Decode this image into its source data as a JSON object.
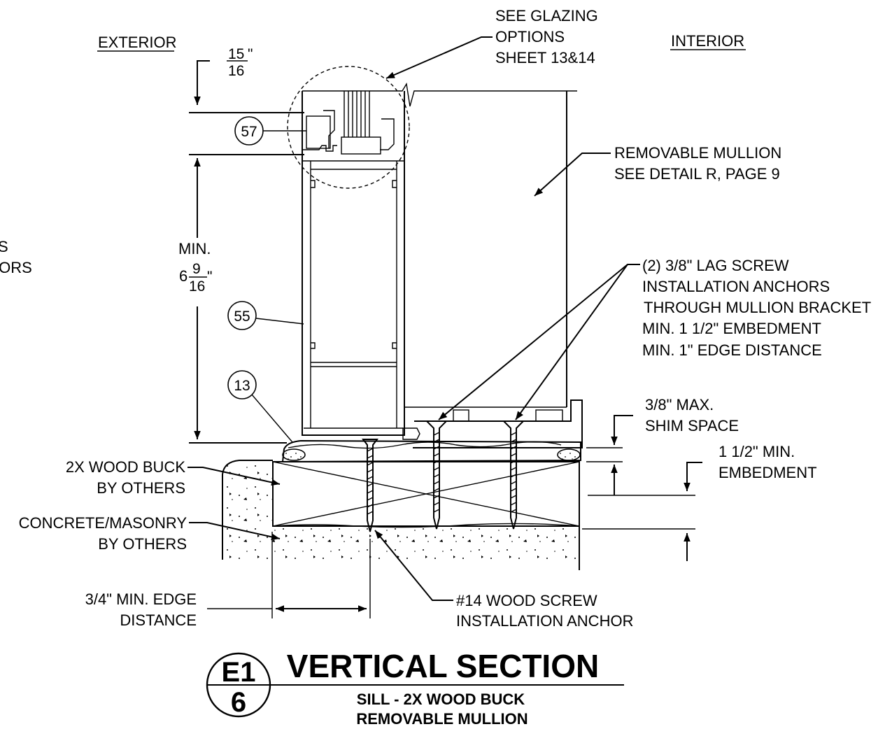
{
  "labels": {
    "exterior": "EXTERIOR",
    "interior": "INTERIOR",
    "glazing": [
      "SEE GLAZING",
      "OPTIONS",
      "SHEET 13&14"
    ],
    "mullion": [
      "REMOVABLE MULLION",
      "SEE DETAIL R, PAGE 9"
    ],
    "lag_screw": [
      "(2) 3/8\" LAG SCREW",
      "INSTALLATION ANCHORS",
      "THROUGH MULLION BRACKET",
      "MIN. 1 1/2\" EMBEDMENT",
      "MIN. 1\" EDGE DISTANCE"
    ],
    "shim": [
      "3/8\" MAX.",
      "SHIM SPACE"
    ],
    "embedment": [
      "1 1/2\" MIN.",
      "EMBEDMENT"
    ],
    "wood_buck": [
      "2X WOOD BUCK",
      "BY OTHERS"
    ],
    "concrete": [
      "CONCRETE/MASONRY",
      "BY OTHERS"
    ],
    "edge_distance": [
      "3/4\" MIN. EDGE",
      "DISTANCE"
    ],
    "wood_screw": [
      "#14 WOOD SCREW",
      "INSTALLATION ANCHOR"
    ],
    "left_partial": [
      "S",
      "IORS"
    ]
  },
  "dimensions": {
    "top_num": "15",
    "top_den": "16",
    "top_mark": "\"",
    "min_label": "MIN.",
    "min_whole": "6",
    "min_num": "9",
    "min_den": "16",
    "min_mark": "\""
  },
  "callouts": {
    "c57": "57",
    "c55": "55",
    "c13": "13"
  },
  "title_block": {
    "detail": "E1",
    "sheet": "6",
    "title": "VERTICAL SECTION",
    "subtitle_1": "SILL - 2X WOOD BUCK",
    "subtitle_2": "REMOVABLE MULLION"
  }
}
